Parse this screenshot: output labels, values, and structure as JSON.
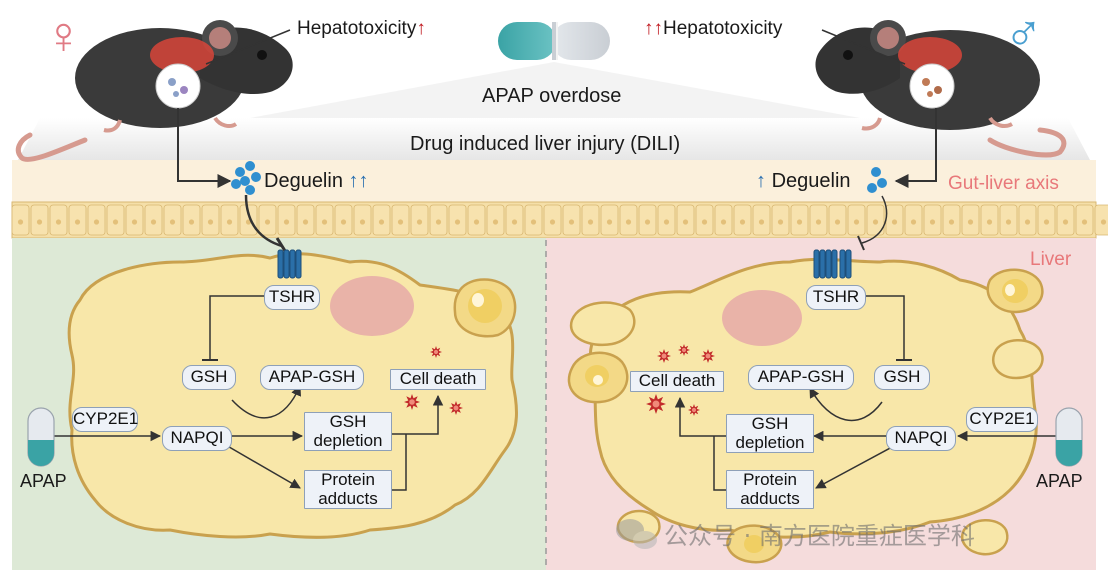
{
  "header": {
    "female_label": "Hepatotoxicity",
    "female_arrows": "↑",
    "male_label": "Hepatotoxicity",
    "male_arrows": "↑↑",
    "female_symbol": "♀",
    "male_symbol": "♂",
    "female_symbol_color": "#e07a84",
    "male_symbol_color": "#4a9fd0"
  },
  "center": {
    "apap_overdose": "APAP overdose",
    "dili": "Drug induced liver injury (DILI)"
  },
  "gut": {
    "left_metabolite": "Deguelin",
    "left_arrows": "↑↑",
    "right_metabolite": "Deguelin",
    "right_arrows": "↑",
    "axis_label": "Gut-liver axis",
    "axis_color": "#e8787a"
  },
  "liver": {
    "label": "Liver",
    "label_color": "#e8787a"
  },
  "left_cell": {
    "tshr": "TSHR",
    "gsh": "GSH",
    "apap_gsh": "APAP-GSH",
    "cell_death": "Cell death",
    "cyp2e1": "CYP2E1",
    "napqi": "NAPQI",
    "gsh_depletion_1": "GSH",
    "gsh_depletion_2": "depletion",
    "protein_adducts_1": "Protein",
    "protein_adducts_2": "adducts",
    "apap": "APAP"
  },
  "right_cell": {
    "tshr": "TSHR",
    "gsh": "GSH",
    "apap_gsh": "APAP-GSH",
    "cell_death": "Cell death",
    "cyp2e1": "CYP2E1",
    "napqi": "NAPQI",
    "gsh_depletion_1": "GSH",
    "gsh_depletion_2": "depletion",
    "protein_adducts_1": "Protein",
    "protein_adducts_2": "adducts",
    "apap": "APAP"
  },
  "watermark": {
    "text": "公众号 · 南方医院重症医学科"
  },
  "icons": [
    "mouse-female-icon",
    "mouse-male-icon",
    "capsule-icon",
    "receptor-icon",
    "pill-vial-icon",
    "bacteria-cluster-icon",
    "necrosis-star-icon",
    "wechat-icon"
  ],
  "colors": {
    "left_panel_bg": "#dde9d6",
    "right_panel_bg": "#f5dcdc",
    "cell_fill": "#f8e7a9",
    "cell_stroke": "#c9a14e",
    "nucleus": "#e9b3a8",
    "gut_band": "#fbf0dc",
    "node_fill": "#eef2f8",
    "node_stroke": "#8ea0b8",
    "deguelin_blue": "#2f8fd0",
    "necrosis": "#c22a2a"
  }
}
